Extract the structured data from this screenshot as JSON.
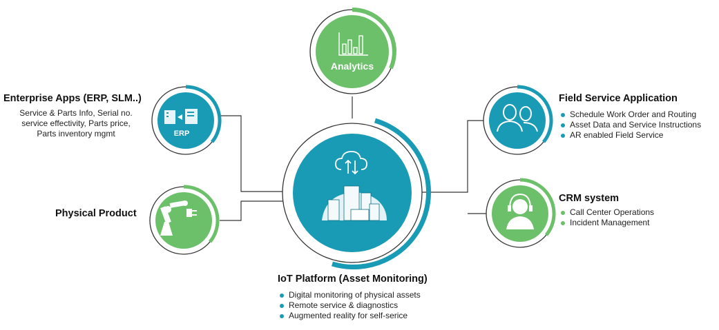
{
  "analytics": {
    "label": "Analytics"
  },
  "erp": {
    "badge": "ERP",
    "title": "Enterprise Apps (ERP, SLM..)",
    "desc": [
      "Service & Parts Info, Serial no.",
      "service effectivity, Parts price,",
      "Parts inventory mgmt"
    ]
  },
  "physical": {
    "title": "Physical Product"
  },
  "iot": {
    "title": "IoT Platform (Asset Monitoring)",
    "bullets": [
      "Digital monitoring of physical assets",
      "Remote service & diagnostics",
      "Augmented reality for self-serice"
    ]
  },
  "field": {
    "title": "Field Service Application",
    "bullets": [
      "Schedule Work Order and Routing",
      "Asset Data and Service Instructions",
      "AR enabled Field Service"
    ]
  },
  "crm": {
    "title": "CRM system",
    "bullets": [
      "Call Center Operations",
      "Incident Management"
    ]
  },
  "colors": {
    "teal": "#1a9bb5",
    "green": "#6cc06a",
    "ring": "#333333",
    "line": "#333333"
  },
  "icons": {
    "analytics": "bar-chart-icon",
    "erp": "server-transfer-icon",
    "physical": "robot-arm-icon",
    "iot": "cloud-sync-icon",
    "field": "users-icon",
    "crm": "headset-agent-icon"
  }
}
